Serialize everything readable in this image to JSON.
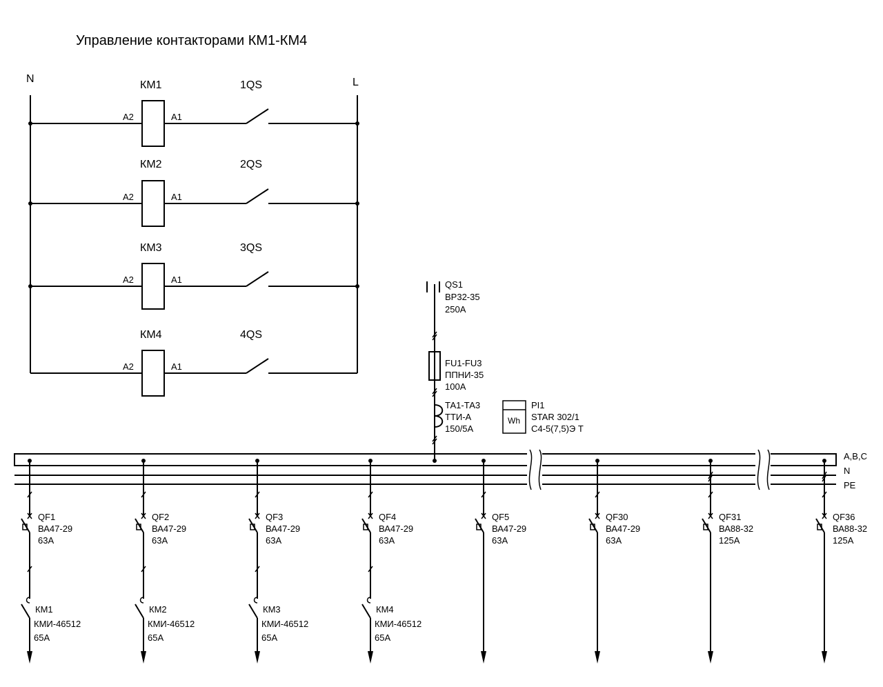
{
  "title": "Управление контакторами КМ1-КМ4",
  "control": {
    "n_label": "N",
    "l_label": "L",
    "rungs": [
      {
        "coil": "КМ1",
        "a2": "A2",
        "a1": "A1",
        "switch": "1QS"
      },
      {
        "coil": "КМ2",
        "a2": "A2",
        "a1": "A1",
        "switch": "2QS"
      },
      {
        "coil": "КМ3",
        "a2": "A2",
        "a1": "A1",
        "switch": "3QS"
      },
      {
        "coil": "КМ4",
        "a2": "A2",
        "a1": "A1",
        "switch": "4QS"
      }
    ]
  },
  "input": {
    "qs": [
      "QS1",
      "ВР32-35",
      "250А"
    ],
    "fu": [
      "FU1-FU3",
      "ППНИ-35",
      "100А"
    ],
    "ta": [
      "ТА1-ТА3",
      "ТТИ-А",
      "150/5А"
    ],
    "meter": [
      "PI1",
      "STAR 302/1",
      "С4-5(7,5)Э Т"
    ],
    "meter_symbol": "Wh"
  },
  "bus_labels": [
    "A,B,C",
    "N",
    "PE"
  ],
  "feeders": [
    {
      "breaker": [
        "QF1",
        "ВА47-29",
        "63А"
      ],
      "contactor": [
        "КМ1",
        "КМИ-46512",
        "65А"
      ]
    },
    {
      "breaker": [
        "QF2",
        "ВА47-29",
        "63А"
      ],
      "contactor": [
        "КМ2",
        "КМИ-46512",
        "65А"
      ]
    },
    {
      "breaker": [
        "QF3",
        "ВА47-29",
        "63А"
      ],
      "contactor": [
        "КМ3",
        "КМИ-46512",
        "65А"
      ]
    },
    {
      "breaker": [
        "QF4",
        "ВА47-29",
        "63А"
      ],
      "contactor": [
        "КМ4",
        "КМИ-46512",
        "65А"
      ]
    },
    {
      "breaker": [
        "QF5",
        "ВА47-29",
        "63А"
      ],
      "contactor": null
    },
    {
      "breaker": [
        "QF30",
        "ВА47-29",
        "63А"
      ],
      "contactor": null
    },
    {
      "breaker": [
        "QF31",
        "ВА88-32",
        "125А"
      ],
      "contactor": null
    },
    {
      "breaker": [
        "QF36",
        "ВА88-32",
        "125А"
      ],
      "contactor": null
    }
  ]
}
